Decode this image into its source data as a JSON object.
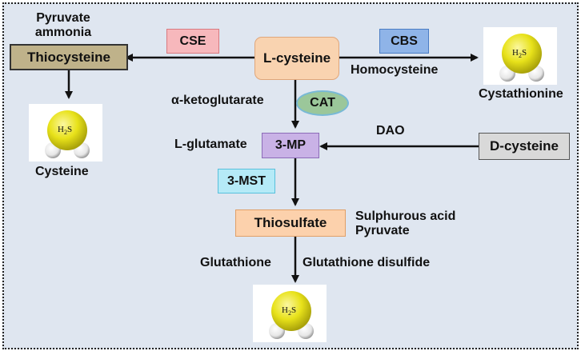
{
  "colors": {
    "panel_bg": "#dfe6f0",
    "l_cysteine": "#f9d3b0",
    "cse": "#f7b8bc",
    "cbs": "#8fb4e8",
    "thiocysteine": "#bfb28a",
    "cat": "#9bc79a",
    "mp": "#c9b2e6",
    "d_cysteine": "#d9d9d9",
    "mst": "#b5eaf7",
    "thiosulfate": "#fcd1ac",
    "sulfur_atom": "#e8e21a",
    "hydrogen_atom": "#f2f2f2"
  },
  "nodes": {
    "l_cysteine": "L-cysteine",
    "thiocysteine": "Thiocysteine",
    "mp": "3-MP",
    "d_cysteine": "D-cysteine",
    "thiosulfate": "Thiosulfate"
  },
  "enzymes": {
    "cse": "CSE",
    "cbs": "CBS",
    "cat": "CAT",
    "mst": "3-MST",
    "dao": "DAO"
  },
  "labels": {
    "pyruvate_ammonia": "Pyruvate\nammonia",
    "homocysteine": "Homocysteine",
    "cystathionine": "Cystathionine",
    "cysteine": "Cysteine",
    "alpha_ketoglutarate": "α-ketoglutarate",
    "l_glutamate": "L-glutamate",
    "sulphurous_acid_pyruvate": "Sulphurous acid\nPyruvate",
    "glutathione": "Glutathione",
    "glutathione_disulfide": "Glutathione disulfide"
  },
  "molecule": {
    "formula_main": "H",
    "formula_sub": "2",
    "formula_tail": "S"
  }
}
